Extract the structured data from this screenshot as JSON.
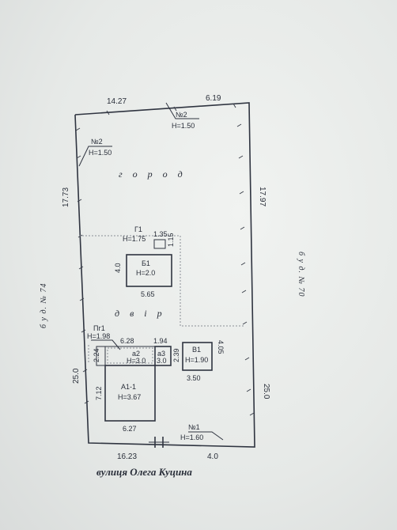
{
  "plot": {
    "dims": {
      "top_left": "14.27",
      "top_right": "6.19",
      "left_upper": "17.73",
      "left_lower": "25.0",
      "right_upper": "17.97",
      "right_lower": "25.0",
      "bottom_left": "16.23",
      "bottom_right": "4.0"
    },
    "fence_marks": [
      {
        "num": "№2",
        "h": "H=1.50"
      },
      {
        "num": "№2",
        "h": "H=1.50"
      },
      {
        "num": "№1",
        "h": "H=1.60"
      }
    ],
    "areas": {
      "garden": "г о р о д",
      "yard": "д в і р"
    }
  },
  "buildings": {
    "g1": {
      "label": "Г1",
      "h": "H=1.75",
      "w": "1.35",
      "d": "1.15"
    },
    "b1": {
      "label": "Б1",
      "h": "H=2.0",
      "w": "5.65",
      "d": "4.0"
    },
    "pg1": {
      "label": "Пг1",
      "h": "H=1.98",
      "d": "2.24"
    },
    "a2": {
      "label": "а2",
      "h": "H=3.0",
      "w": "6.28"
    },
    "a3": {
      "label": "а3",
      "h": "3.0",
      "w": "1.94",
      "d": "2.39"
    },
    "a11": {
      "label": "А1-1",
      "h": "H=3.67",
      "w": "6.27",
      "d": "7.12"
    },
    "v1": {
      "label": "В1",
      "h": "H=1.90",
      "w": "3.50",
      "d": "4.05"
    }
  },
  "neighbors": {
    "left": "б у д. № 74",
    "right": "б у д. № 70"
  },
  "street": "вулиця Олега Куцина"
}
